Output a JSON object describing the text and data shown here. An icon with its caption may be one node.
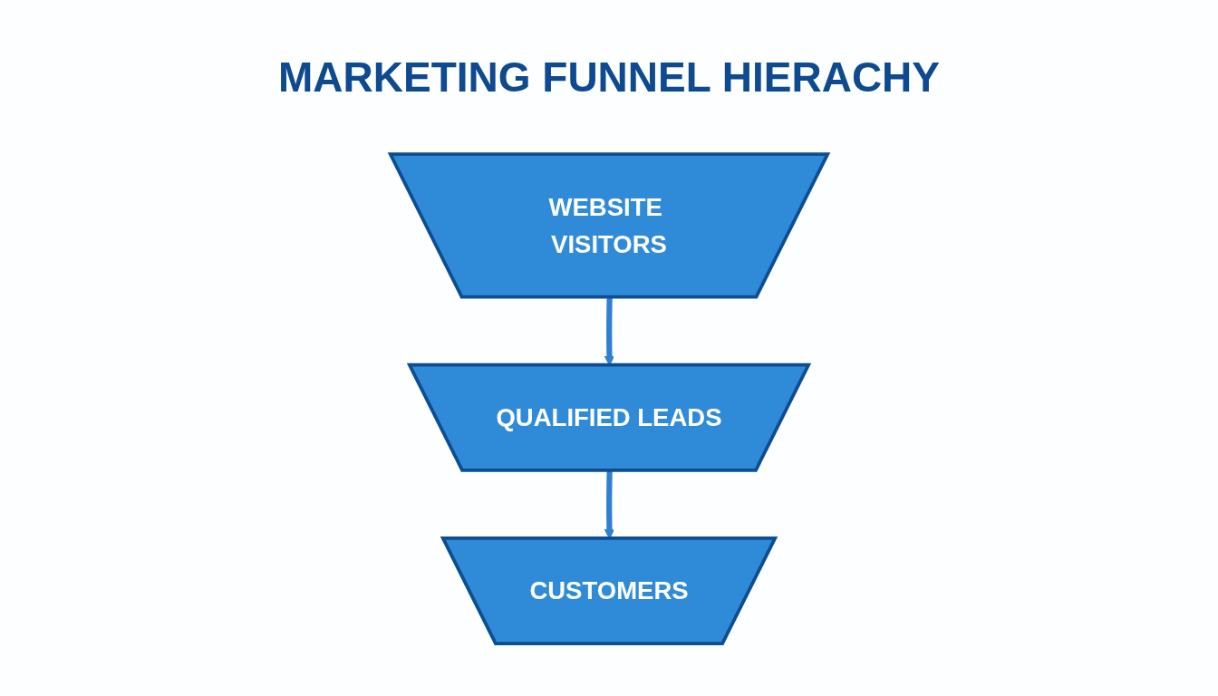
{
  "diagram": {
    "title": "MARKETING FUNNEL HIERACHY",
    "nodes": [
      {
        "text": [
          "WEBSITE VISITORS"
        ]
      },
      {
        "text": [
          "QUALIFIED LEADS"
        ]
      },
      {
        "text": [
          "CUSTOMERS"
        ]
      }
    ],
    "edges": [
      {
        "from": 0,
        "to": 1,
        "arrow": "to"
      },
      {
        "from": 1,
        "to": 2,
        "arrow": "to"
      }
    ]
  }
}
